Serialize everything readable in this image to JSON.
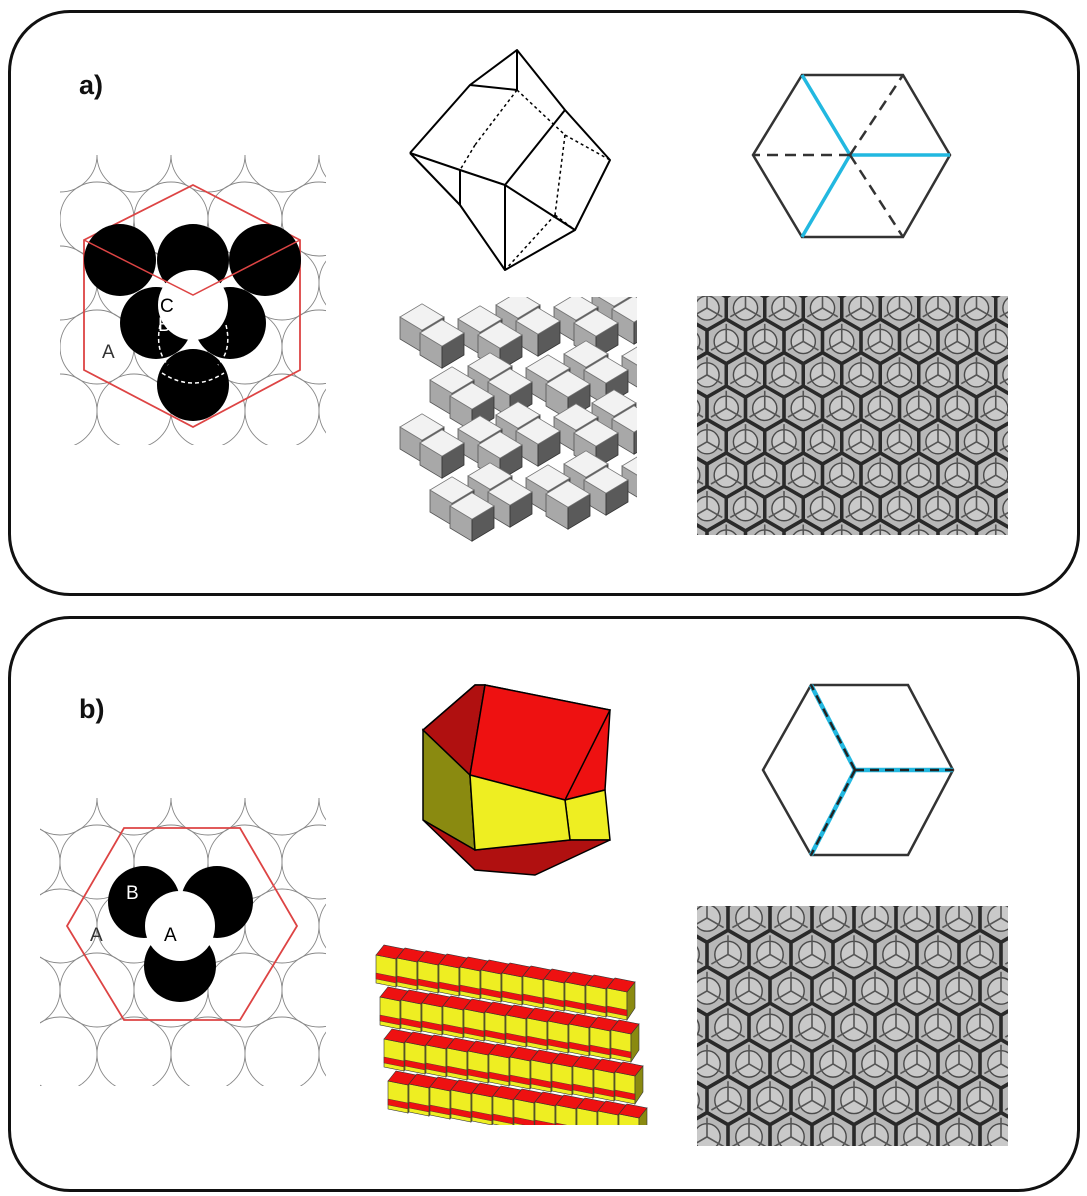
{
  "panels": [
    {
      "label": "a)",
      "packing_labels": [
        "A",
        "B",
        "C"
      ],
      "colors": {
        "packing_hexagon": "#dd4444",
        "tile_edges_highlight": "#22b8e0",
        "spheres": "#000000"
      },
      "polyhedron": "rhombic-dodecahedron",
      "tiling_colors": [
        "#f2f2f2",
        "#a8a8a8",
        "#5a5a5a"
      ]
    },
    {
      "label": "b)",
      "packing_labels": [
        "B",
        "A",
        "A"
      ],
      "colors": {
        "packing_hexagon": "#dd4444",
        "tile_edges_highlight": "#22b8e0",
        "polyhedron_top": "#ee1111",
        "polyhedron_side": "#eeee22"
      },
      "polyhedron": "trapezo-rhombic-dodecahedron",
      "tiling_colors": [
        "#ee1111",
        "#eeee22",
        "#8a8a10"
      ]
    }
  ]
}
